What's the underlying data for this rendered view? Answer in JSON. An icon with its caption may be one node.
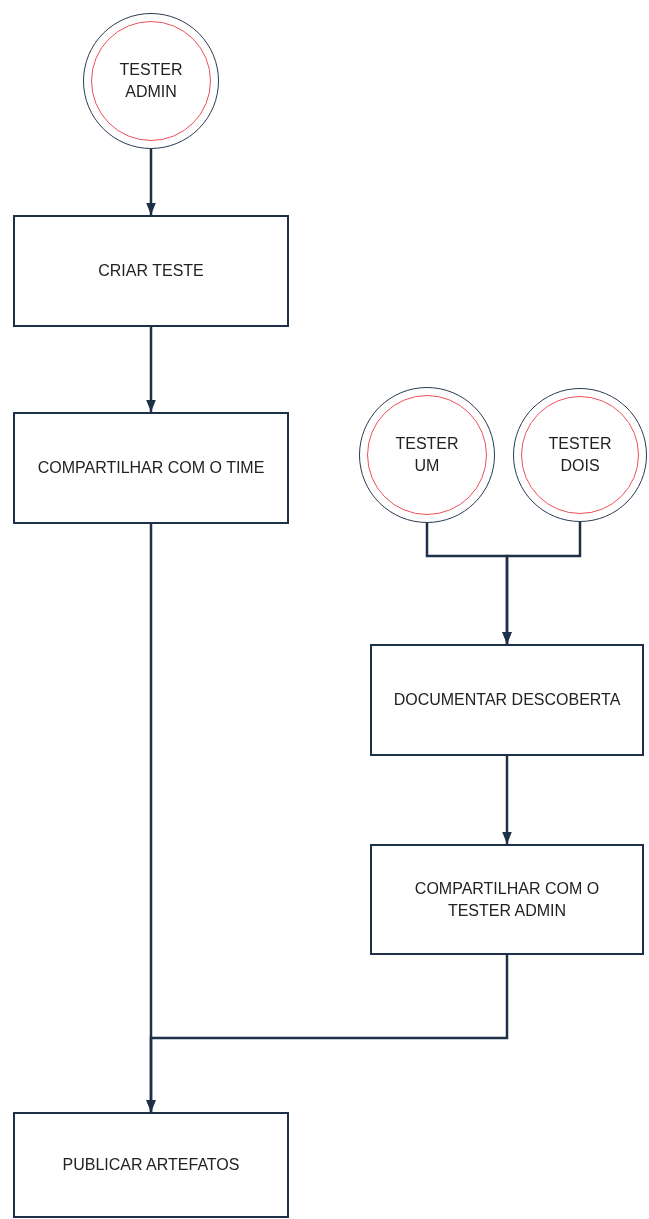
{
  "diagram": {
    "nodes": [
      {
        "text": [
          "TESTER ADMIN"
        ]
      },
      {
        "text": [
          "CRIAR TESTE"
        ]
      },
      {
        "text": [
          "COMPARTILHAR COM O TIME"
        ]
      },
      {
        "text": [
          "TESTER UM"
        ]
      },
      {
        "text": [
          "TESTER DOIS"
        ]
      },
      {
        "text": [
          "DOCUMENTAR DESCOBERTA"
        ]
      },
      {
        "text": [
          "COMPARTILHAR COM O TESTER ADMIN"
        ]
      },
      {
        "text": [
          "PUBLICAR ARTEFATOS"
        ]
      }
    ],
    "edges": [
      {
        "from": 0,
        "to": 1,
        "arrow": "to"
      },
      {
        "from": 1,
        "to": 2,
        "arrow": "to"
      },
      {
        "from": 2,
        "to": 7,
        "arrow": "to"
      },
      {
        "from": 3,
        "to": 5,
        "arrow": "to"
      },
      {
        "from": 4,
        "to": 5,
        "arrow": "to"
      },
      {
        "from": 5,
        "to": 6,
        "arrow": "to"
      },
      {
        "from": 6,
        "to": 7,
        "arrow": "to"
      }
    ]
  }
}
